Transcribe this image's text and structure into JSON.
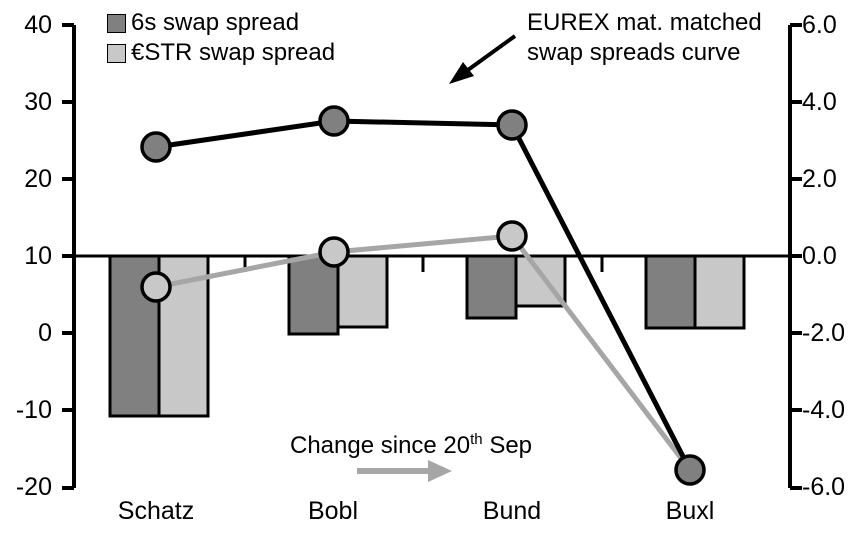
{
  "chart_data": {
    "type": "bar",
    "title": "",
    "subtitle": "",
    "xlabel": "",
    "categories": [
      "Schatz",
      "Bobl",
      "Bund",
      "Buxl"
    ],
    "grid": false,
    "legend_position": "top-left",
    "axes": {
      "left": {
        "label": "",
        "ylim": [
          -20,
          40
        ],
        "ticks": [
          "40",
          "30",
          "20",
          "10",
          "0",
          "-10",
          "-20"
        ],
        "tick_values": [
          40,
          30,
          20,
          10,
          0,
          -10,
          -20
        ]
      },
      "right": {
        "label": "",
        "ylim": [
          -6.0,
          6.0
        ],
        "ticks": [
          "6.0",
          "4.0",
          "2.0",
          "0.0",
          "-2.0",
          "-4.0",
          "-6.0"
        ],
        "tick_values": [
          6.0,
          4.0,
          2.0,
          0.0,
          -2.0,
          -4.0,
          -6.0
        ]
      }
    },
    "zero_line_value": 0.0,
    "series": [
      {
        "name": "6s swap spread",
        "type": "bar",
        "axis": "right",
        "color": "#808080",
        "values": [
          -4.1,
          -1.9,
          -1.5,
          -1.1
        ]
      },
      {
        "name": "€STR swap spread",
        "type": "bar",
        "axis": "right",
        "color": "#c8c8c8",
        "values": [
          -4.1,
          -1.8,
          -1.25,
          -1.1
        ]
      },
      {
        "name": "EUREX mat. matched swap spreads curve",
        "type": "line",
        "axis": "left",
        "color": "#000000",
        "marker_color": "#808080",
        "values": [
          24.5,
          27.9,
          27.3,
          -18.0
        ]
      },
      {
        "name": "Change since 20th Sep",
        "type": "line",
        "axis": "left",
        "color": "#a6a6a6",
        "marker_color": "#c8c8c8",
        "values": [
          6.0,
          10.5,
          12.7,
          -18.0
        ]
      }
    ],
    "annotations": [
      {
        "id": "curve-callout",
        "text_line1": "EUREX mat. matched",
        "text_line2": "swap spreads curve",
        "arrow": "down-left"
      },
      {
        "id": "change-note",
        "text_prefix": "Change since 20",
        "text_sup": "th",
        "text_suffix": " Sep",
        "arrow": "right"
      }
    ]
  },
  "legend": {
    "items": [
      {
        "label": "6s swap spread",
        "color": "#808080"
      },
      {
        "label": "€STR swap spread",
        "color": "#c8c8c8"
      }
    ]
  },
  "axis_left": {
    "t0": "40",
    "t1": "30",
    "t2": "20",
    "t3": "10",
    "t4": "0",
    "t5": "-10",
    "t6": "-20"
  },
  "axis_right": {
    "t0": "6.0",
    "t1": "4.0",
    "t2": "2.0",
    "t3": "0.0",
    "t4": "-2.0",
    "t5": "-4.0",
    "t6": "-6.0"
  },
  "categories": {
    "c0": "Schatz",
    "c1": "Bobl",
    "c2": "Bund",
    "c3": "Buxl"
  },
  "annotation": {
    "line1": "EUREX mat. matched",
    "line2": "swap spreads curve"
  },
  "note": {
    "prefix": "Change since 20",
    "sup": "th",
    "suffix": " Sep"
  }
}
